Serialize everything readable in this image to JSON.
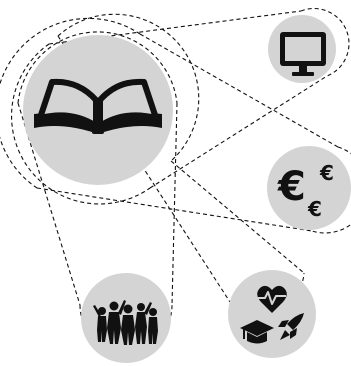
{
  "nodes": [
    {
      "id": "central",
      "icon": "open-book-icon"
    },
    {
      "id": "computer",
      "icon": "computer-monitor-icon"
    },
    {
      "id": "money",
      "icon": "euro-coins-icon",
      "symbols": [
        "€",
        "€",
        "€"
      ]
    },
    {
      "id": "people",
      "icon": "group-of-people-icon"
    },
    {
      "id": "aspirations",
      "icon": "health-education-rocket-icon"
    }
  ],
  "colors": {
    "disc": "#d4d4d4",
    "ink": "#111111",
    "line": "#111111",
    "background": "#ffffff"
  }
}
